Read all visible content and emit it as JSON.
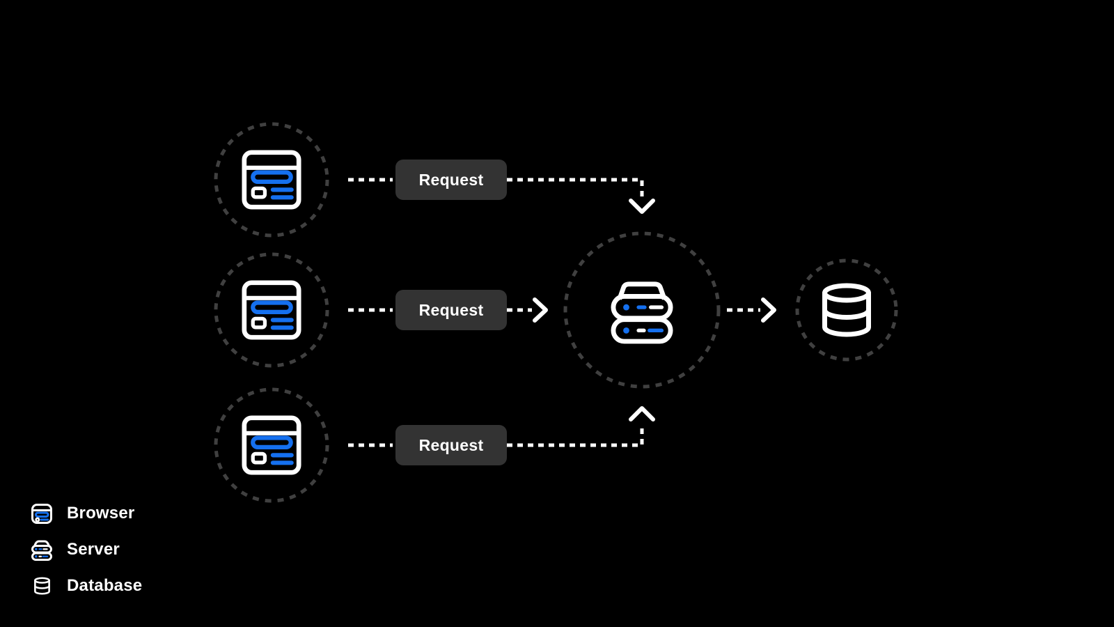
{
  "diagram_title": "browser-server-database-request-flow",
  "flows": [
    {
      "source": "browser-1",
      "label": "Request",
      "target": "server"
    },
    {
      "source": "browser-2",
      "label": "Request",
      "target": "server"
    },
    {
      "source": "browser-3",
      "label": "Request",
      "target": "server"
    },
    {
      "source": "server",
      "target": "database"
    }
  ],
  "nodes": [
    {
      "id": "browser-1",
      "icon": "browser-icon"
    },
    {
      "id": "browser-2",
      "icon": "browser-icon"
    },
    {
      "id": "browser-3",
      "icon": "browser-icon"
    },
    {
      "id": "server",
      "icon": "server-icon"
    },
    {
      "id": "database",
      "icon": "database-icon"
    }
  ],
  "legend": {
    "items": [
      {
        "icon": "browser-icon",
        "label": "Browser"
      },
      {
        "icon": "server-icon",
        "label": "Server"
      },
      {
        "icon": "database-icon",
        "label": "Database"
      }
    ]
  },
  "colors": {
    "background": "#000000",
    "accent_blue": "#1570EF",
    "icon_white": "#FFFFFF",
    "connector_white": "#FFFFFF",
    "node_ring_gray": "#404040",
    "request_chip_bg": "#333333",
    "text_white": "#FFFFFF"
  }
}
